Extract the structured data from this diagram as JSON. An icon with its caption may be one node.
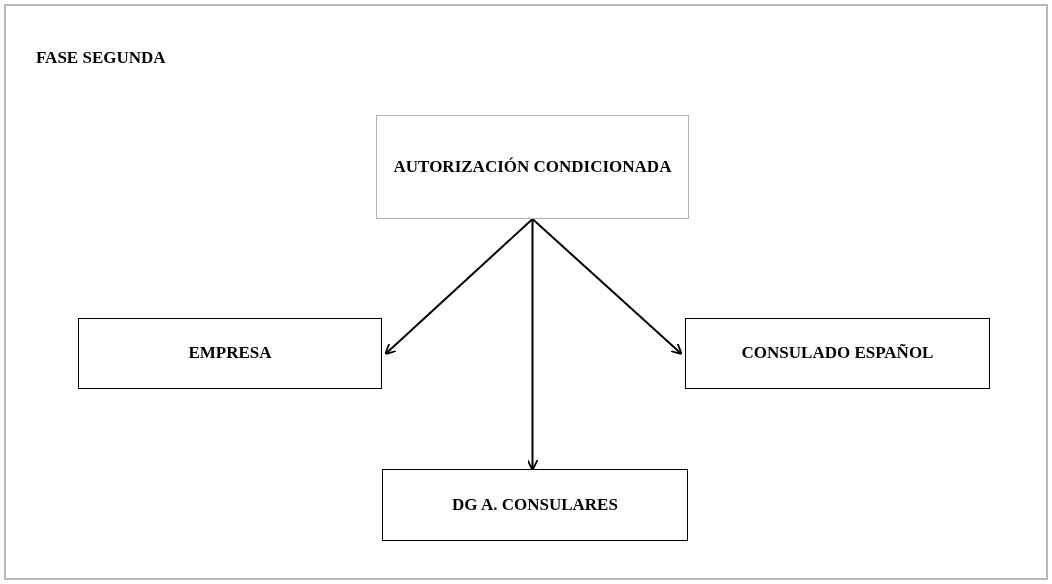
{
  "diagram": {
    "title": "FASE SEGUNDA",
    "nodes": [
      {
        "text": [
          "AUTORIZACIÓN CONDICIONADA"
        ]
      },
      {
        "text": [
          "EMPRESA"
        ]
      },
      {
        "text": [
          "CONSULADO ESPAÑOL"
        ]
      },
      {
        "text": [
          "DG A. CONSULARES"
        ]
      }
    ],
    "edges": [
      {
        "from": 0,
        "to": 1,
        "arrow": "to"
      },
      {
        "from": 0,
        "to": 2,
        "arrow": "to"
      },
      {
        "from": 0,
        "to": 3,
        "arrow": "to"
      }
    ]
  }
}
